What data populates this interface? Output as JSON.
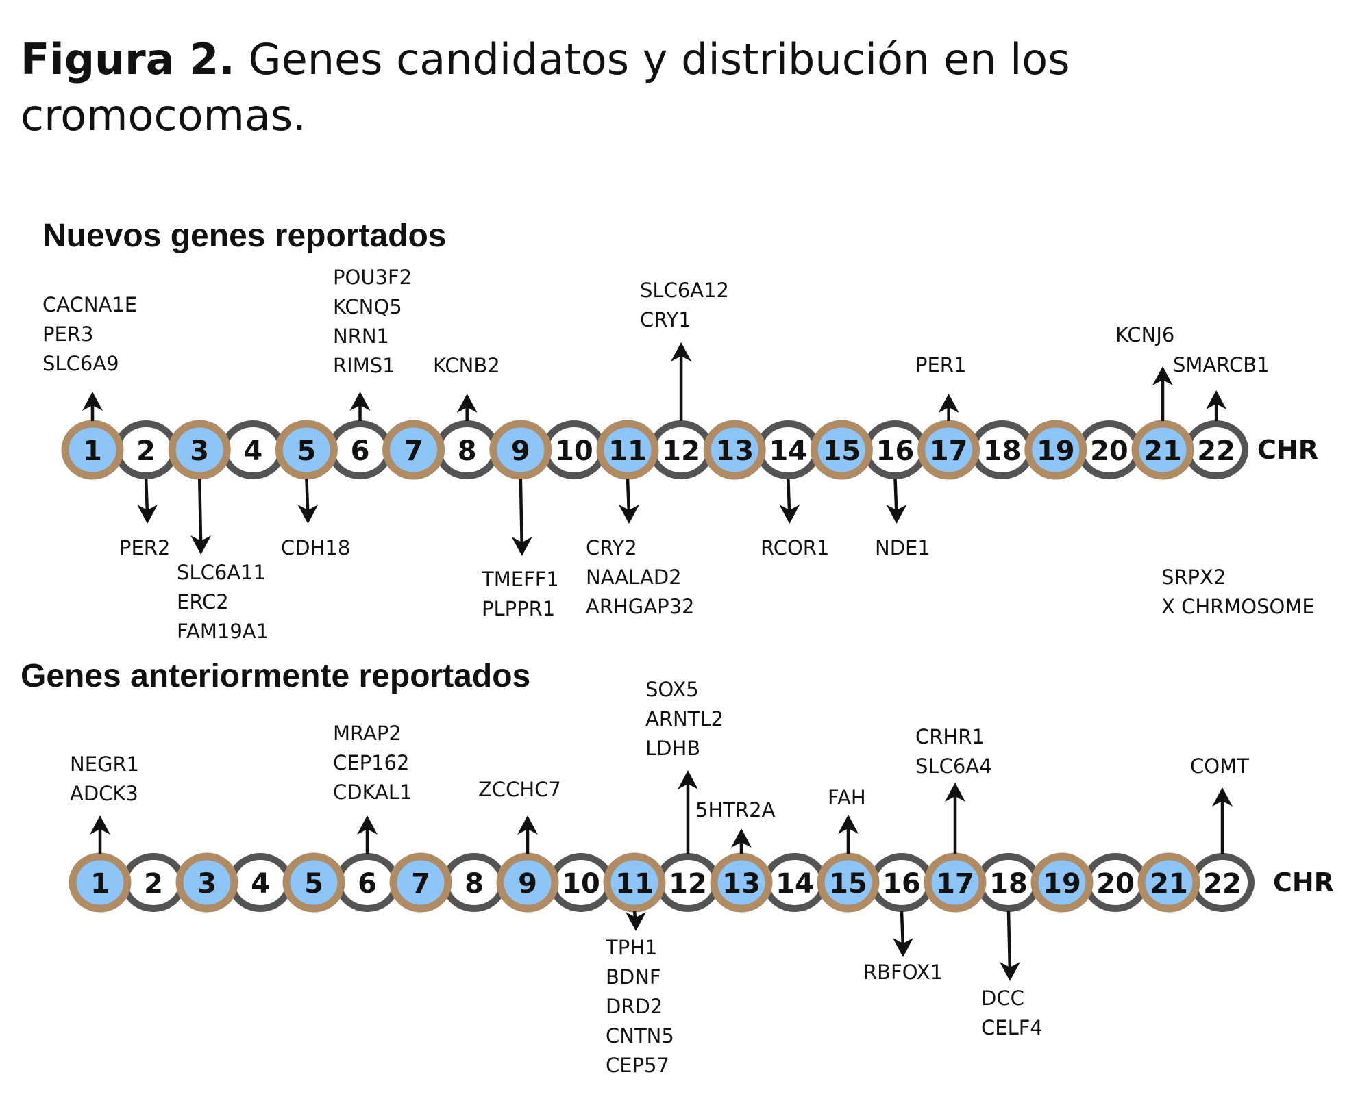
{
  "figure": {
    "label": "Figura 2.",
    "title_line1": " Genes candidatos y distribución en los",
    "title_line2": "cromocomas."
  },
  "colors": {
    "odd_fill": "#8fc4f6",
    "odd_ring": "#b08c66",
    "even_fill": "#ffffff",
    "even_ring": "#545454",
    "text": "#111111"
  },
  "axis_label": "CHR",
  "chromosomes": [
    "1",
    "2",
    "3",
    "4",
    "5",
    "6",
    "7",
    "8",
    "9",
    "10",
    "11",
    "12",
    "13",
    "14",
    "15",
    "16",
    "17",
    "18",
    "19",
    "20",
    "21",
    "22"
  ],
  "panels": [
    {
      "title": "Nuevos genes reportados",
      "annotations": [
        {
          "chr": 1,
          "dir": "up",
          "genes": [
            "CACNA1E",
            "PER3",
            "SLC6A9"
          ]
        },
        {
          "chr": 6,
          "dir": "up",
          "genes": [
            "POU3F2",
            "KCNQ5",
            "NRN1",
            "RIMS1"
          ]
        },
        {
          "chr": 8,
          "dir": "up",
          "genes": [
            "KCNB2"
          ]
        },
        {
          "chr": 12,
          "dir": "up",
          "genes": [
            "SLC6A12",
            "CRY1"
          ]
        },
        {
          "chr": 17,
          "dir": "up",
          "genes": [
            "PER1"
          ]
        },
        {
          "chr": 21,
          "dir": "up",
          "genes": [
            "KCNJ6"
          ]
        },
        {
          "chr": 22,
          "dir": "up",
          "genes": [
            "SMARCB1"
          ]
        },
        {
          "chr": 2,
          "dir": "down",
          "genes": [
            "PER2"
          ]
        },
        {
          "chr": 3,
          "dir": "down",
          "genes": [
            "SLC6A11",
            "ERC2",
            "FAM19A1"
          ]
        },
        {
          "chr": 5,
          "dir": "down",
          "genes": [
            "CDH18"
          ]
        },
        {
          "chr": 9,
          "dir": "down",
          "genes": [
            "TMEFF1",
            "PLPPR1"
          ]
        },
        {
          "chr": 11,
          "dir": "down",
          "genes": [
            "CRY2",
            "NAALAD2",
            "ARHGAP32"
          ]
        },
        {
          "chr": 14,
          "dir": "down",
          "genes": [
            "RCOR1"
          ]
        },
        {
          "chr": 16,
          "dir": "down",
          "genes": [
            "NDE1"
          ]
        }
      ],
      "extra_note": [
        "SRPX2",
        "X CHRMOSOME"
      ]
    },
    {
      "title": "Genes anteriormente reportados",
      "annotations": [
        {
          "chr": 1,
          "dir": "up",
          "genes": [
            "NEGR1",
            "ADCK3"
          ]
        },
        {
          "chr": 6,
          "dir": "up",
          "genes": [
            "MRAP2",
            "CEP162",
            "CDKAL1"
          ]
        },
        {
          "chr": 9,
          "dir": "up",
          "genes": [
            "ZCCHC7"
          ]
        },
        {
          "chr": 12,
          "dir": "up",
          "genes": [
            "SOX5",
            "ARNTL2",
            "LDHB"
          ]
        },
        {
          "chr": 13,
          "dir": "up",
          "genes": [
            "5HTR2A"
          ]
        },
        {
          "chr": 15,
          "dir": "up",
          "genes": [
            "FAH"
          ]
        },
        {
          "chr": 17,
          "dir": "up",
          "genes": [
            "CRHR1",
            "SLC6A4"
          ]
        },
        {
          "chr": 22,
          "dir": "up",
          "genes": [
            "COMT"
          ]
        },
        {
          "chr": 11,
          "dir": "down",
          "genes": [
            "TPH1",
            "BDNF",
            "DRD2",
            "CNTN5",
            "CEP57"
          ]
        },
        {
          "chr": 16,
          "dir": "down",
          "genes": [
            "RBFOX1"
          ]
        },
        {
          "chr": 18,
          "dir": "down",
          "genes": [
            "DCC",
            "CELF4"
          ]
        }
      ]
    }
  ]
}
